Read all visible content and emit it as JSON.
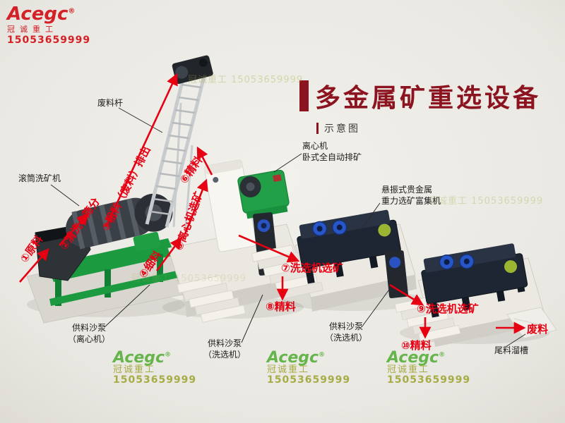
{
  "header": {
    "title": "多金属矿重选设备",
    "subtitle": "示意图"
  },
  "brand": {
    "logo": "Acegc",
    "reg": "®",
    "company": "冠诚重工",
    "phone": "15053659999"
  },
  "watermark": {
    "company_phone": "冠诚重工 15053659999"
  },
  "machine_labels": {
    "waste_rod": "废料杆",
    "drum_washer": "滚筒洗矿机",
    "centrifuge": [
      "离心机",
      "卧式全自动排矿"
    ],
    "shaker": [
      "悬振式贵金属",
      "重力选矿富集机"
    ],
    "pump_centrifuge": [
      "供料沙泵",
      "（离心机）"
    ],
    "pump_washer_1": [
      "供料沙泵",
      "（洗选机）"
    ],
    "pump_washer_2": [
      "供料沙泵",
      "（洗选机）"
    ],
    "tailings_chute": "尾料溜槽"
  },
  "flow": {
    "step1": "①原料",
    "step2": "②清洗&筛分",
    "step3": "③粗料（废料）排出",
    "step4": "④细料",
    "step5": "⑤离心机选矿",
    "step6": "⑥精料",
    "step7": "⑦洗选机选矿",
    "step8": "⑧精料",
    "step9": "⑨洗选机选矿",
    "step10": "⑩精料",
    "waste_out": "废料"
  },
  "colors": {
    "title_red": "#8c1420",
    "flow_red": "#e60012",
    "machine_green": "#1f9e44",
    "machine_navy": "#1e2634",
    "accent_blue": "#2656c8",
    "watermark_olive": "#a3a93e",
    "watermark_green": "#5fb344",
    "brand_red": "#d42027",
    "background": "#eae8e2"
  }
}
